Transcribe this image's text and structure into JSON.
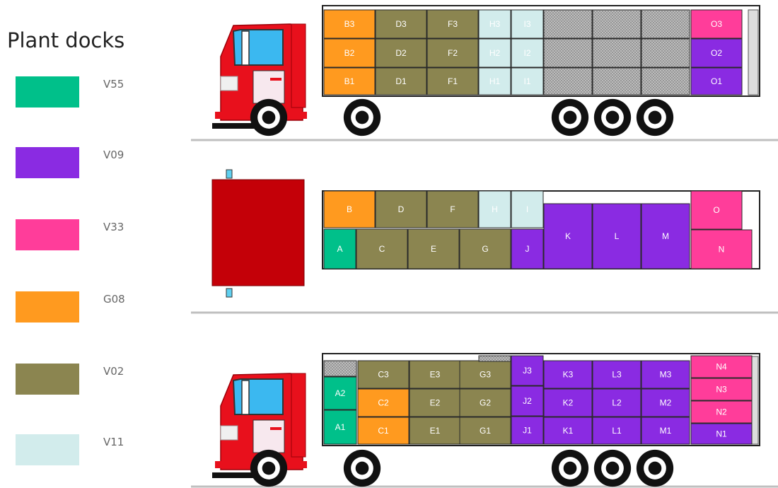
{
  "legend": {
    "title": "Plant docks",
    "items": [
      {
        "label": "V55",
        "color": "#00C08A"
      },
      {
        "label": "V09",
        "color": "#8A2BE2"
      },
      {
        "label": "V33",
        "color": "#FF3D9A"
      },
      {
        "label": "G08",
        "color": "#FF9A1F"
      },
      {
        "label": "V02",
        "color": "#8B8550"
      },
      {
        "label": "V11",
        "color": "#D2ECEC"
      }
    ]
  },
  "colors": {
    "V55": "#00C08A",
    "V09": "#8A2BE2",
    "V33": "#FF3D9A",
    "G08": "#FF9A1F",
    "V02": "#8B8550",
    "V11": "#D2ECEC",
    "empty": "#C8C8C8",
    "cab_red": "#E8101C",
    "top_cab": "#C40008"
  },
  "trucks": [
    {
      "view": "side",
      "boxes": [
        {
          "label": "B3",
          "dock": "G08"
        },
        {
          "label": "B2",
          "dock": "G08"
        },
        {
          "label": "B1",
          "dock": "G08"
        },
        {
          "label": "D3",
          "dock": "V02"
        },
        {
          "label": "D2",
          "dock": "V02"
        },
        {
          "label": "D1",
          "dock": "V02"
        },
        {
          "label": "F3",
          "dock": "V02"
        },
        {
          "label": "F2",
          "dock": "V02"
        },
        {
          "label": "F1",
          "dock": "V02"
        },
        {
          "label": "H3",
          "dock": "V11"
        },
        {
          "label": "H2",
          "dock": "V11"
        },
        {
          "label": "H1",
          "dock": "V11"
        },
        {
          "label": "I3",
          "dock": "V11"
        },
        {
          "label": "I2",
          "dock": "V11"
        },
        {
          "label": "I1",
          "dock": "V11"
        },
        {
          "label": "",
          "dock": "empty"
        },
        {
          "label": "",
          "dock": "empty"
        },
        {
          "label": "",
          "dock": "empty"
        },
        {
          "label": "",
          "dock": "empty"
        },
        {
          "label": "",
          "dock": "empty"
        },
        {
          "label": "",
          "dock": "empty"
        },
        {
          "label": "",
          "dock": "empty"
        },
        {
          "label": "",
          "dock": "empty"
        },
        {
          "label": "",
          "dock": "empty"
        },
        {
          "label": "O3",
          "dock": "V33"
        },
        {
          "label": "O2",
          "dock": "V09"
        },
        {
          "label": "O1",
          "dock": "V09"
        }
      ]
    },
    {
      "view": "top",
      "boxes": [
        {
          "label": "B",
          "dock": "G08"
        },
        {
          "label": "D",
          "dock": "V02"
        },
        {
          "label": "F",
          "dock": "V02"
        },
        {
          "label": "H",
          "dock": "V11"
        },
        {
          "label": "I",
          "dock": "V11"
        },
        {
          "label": "A",
          "dock": "V55"
        },
        {
          "label": "C",
          "dock": "V02"
        },
        {
          "label": "E",
          "dock": "V02"
        },
        {
          "label": "G",
          "dock": "V02"
        },
        {
          "label": "J",
          "dock": "V09"
        },
        {
          "label": "K",
          "dock": "V09"
        },
        {
          "label": "L",
          "dock": "V09"
        },
        {
          "label": "M",
          "dock": "V09"
        },
        {
          "label": "O",
          "dock": "V33"
        },
        {
          "label": "N",
          "dock": "V33"
        }
      ]
    },
    {
      "view": "side",
      "boxes": [
        {
          "label": "",
          "dock": "empty"
        },
        {
          "label": "A2",
          "dock": "V55"
        },
        {
          "label": "A1",
          "dock": "V55"
        },
        {
          "label": "C3",
          "dock": "V02"
        },
        {
          "label": "C2",
          "dock": "G08"
        },
        {
          "label": "C1",
          "dock": "G08"
        },
        {
          "label": "E3",
          "dock": "V02"
        },
        {
          "label": "E2",
          "dock": "V02"
        },
        {
          "label": "E1",
          "dock": "V02"
        },
        {
          "label": "G3",
          "dock": "V02"
        },
        {
          "label": "G2",
          "dock": "V02"
        },
        {
          "label": "G1",
          "dock": "V02"
        },
        {
          "label": "",
          "dock": "empty"
        },
        {
          "label": "J3",
          "dock": "V09"
        },
        {
          "label": "J2",
          "dock": "V09"
        },
        {
          "label": "J1",
          "dock": "V09"
        },
        {
          "label": "K3",
          "dock": "V09"
        },
        {
          "label": "K2",
          "dock": "V09"
        },
        {
          "label": "K1",
          "dock": "V09"
        },
        {
          "label": "L3",
          "dock": "V09"
        },
        {
          "label": "L2",
          "dock": "V09"
        },
        {
          "label": "L1",
          "dock": "V09"
        },
        {
          "label": "M3",
          "dock": "V09"
        },
        {
          "label": "M2",
          "dock": "V09"
        },
        {
          "label": "M1",
          "dock": "V09"
        },
        {
          "label": "N4",
          "dock": "V33"
        },
        {
          "label": "N3",
          "dock": "V33"
        },
        {
          "label": "N2",
          "dock": "V33"
        },
        {
          "label": "N1",
          "dock": "V09"
        }
      ]
    }
  ]
}
